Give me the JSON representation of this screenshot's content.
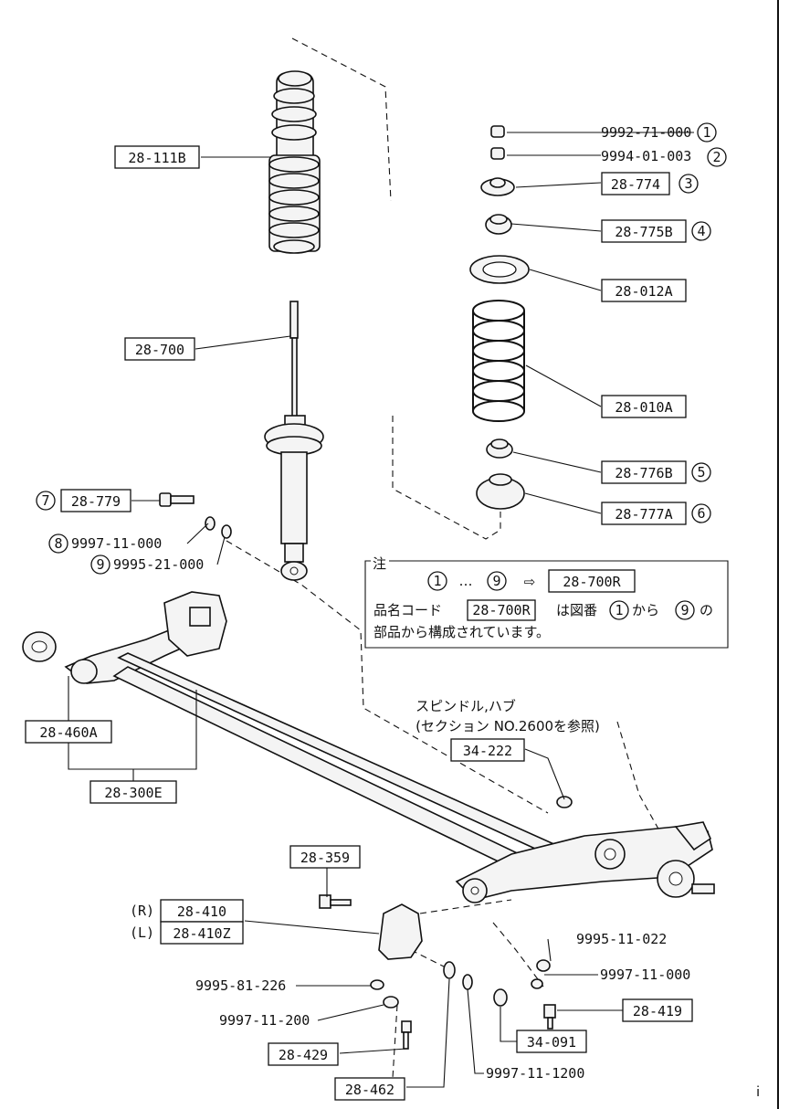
{
  "parts": {
    "bump_stop": "28-111B",
    "shock_absorber": "28-700",
    "nut_1": "9992-71-000",
    "nut_1_num": "1",
    "nut_2": "9994-01-003",
    "nut_2_num": "2",
    "washer_3": "28-774",
    "washer_3_num": "3",
    "bushing_4": "28-775B",
    "bushing_4_num": "4",
    "spring_seat": "28-012A",
    "coil_spring": "28-010A",
    "bushing_5": "28-776B",
    "bushing_5_num": "5",
    "seat_6": "28-777A",
    "seat_6_num": "6",
    "bolt_7": "28-779",
    "bolt_7_num": "7",
    "washer_8": "9997-11-000",
    "washer_8_num": "8",
    "washer_9": "9995-21-000",
    "washer_9_num": "9",
    "axle_bushing": "28-460A",
    "rear_axle": "28-300E",
    "hub_nut": "34-222",
    "bracket_bolt": "28-359",
    "bracket_r_prefix": "(R)",
    "bracket_r": "28-410",
    "bracket_l_prefix": "(L)",
    "bracket_l": "28-410Z",
    "nut_022": "9995-11-022",
    "washer_000": "9997-11-000",
    "bolt_419": "28-419",
    "washer_226": "9995-81-226",
    "washer_200": "9997-11-200",
    "bolt_429": "28-429",
    "nut_091": "34-091",
    "washer_462": "28-462",
    "clip_1200": "9997-11-1200"
  },
  "note": {
    "title": "注",
    "range_from": "1",
    "range_dots": "…",
    "range_to": "9",
    "arrow": "⇨",
    "assembly": "28-700R",
    "line2_pre": "品名コード",
    "line2_code": "28-700R",
    "line2_mid1": "は図番",
    "line2_from": "1",
    "line2_mid2": "から",
    "line2_to": "9",
    "line2_post": "の",
    "line3": "部品から構成されています。"
  },
  "reference": {
    "line1": "スピンドル,ハブ",
    "line2": "(セクション NO.2600を参照)"
  },
  "mark": "ⅰ"
}
